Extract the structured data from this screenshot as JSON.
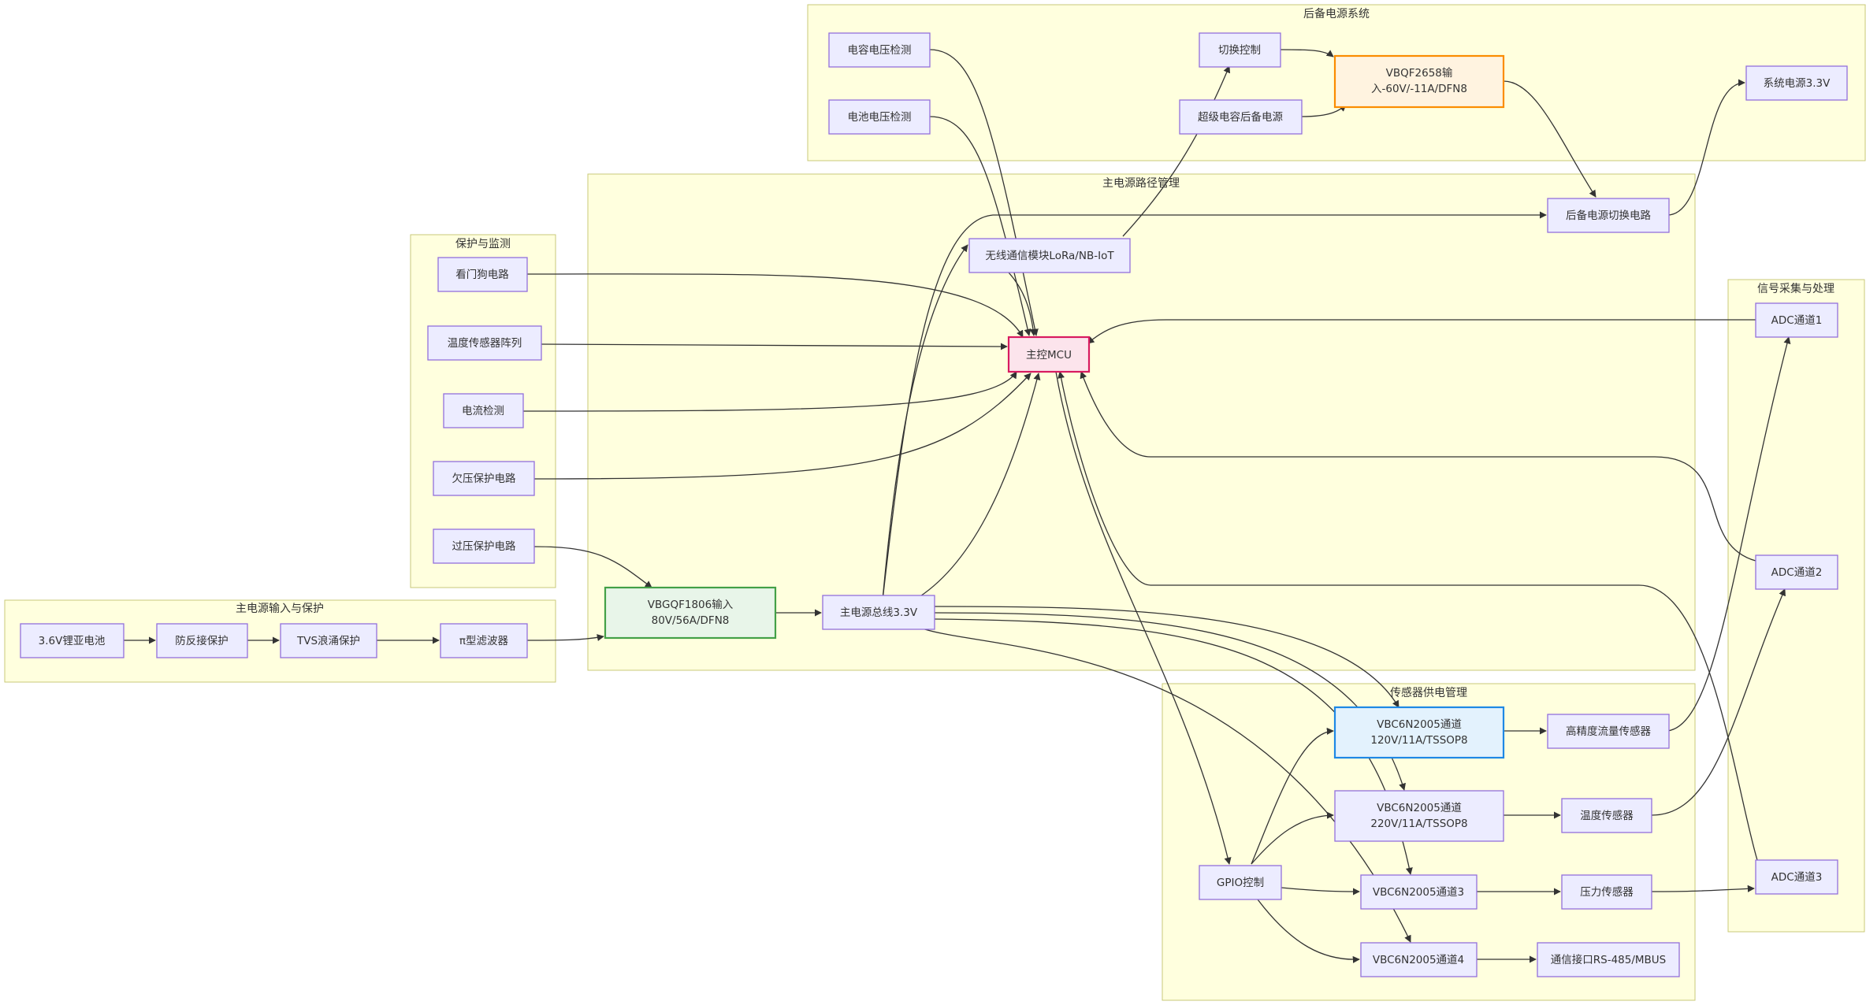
{
  "clusters": {
    "backup": "后备电源系统",
    "main_path": "主电源路径管理",
    "protection": "保护与监测",
    "signal": "信号采集与处理",
    "main_input": "主电源输入与保护",
    "sensor_power": "传感器供电管理"
  },
  "nodes": {
    "cap_voltage_detect": [
      "电容电压检测"
    ],
    "battery_voltage_detect": [
      "电池电压检测"
    ],
    "switch_control": [
      "切换控制"
    ],
    "supercap_backup": [
      "超级电容后备电源"
    ],
    "vbqf2658": [
      "VBQF2658输",
      "入-60V/-11A/DFN8"
    ],
    "sys_power": [
      "系统电源3.3V"
    ],
    "backup_switch": [
      "后备电源切换电路"
    ],
    "wireless": [
      "无线通信模块LoRa/NB-IoT"
    ],
    "mcu": [
      "主控MCU"
    ],
    "watchdog": [
      "看门狗电路"
    ],
    "temp_array": [
      "温度传感器阵列"
    ],
    "current_detect": [
      "电流检测"
    ],
    "undervoltage": [
      "欠压保护电路"
    ],
    "overvoltage": [
      "过压保护电路"
    ],
    "vbgqf1806": [
      "VBGQF1806输入",
      "80V/56A/DFN8"
    ],
    "main_bus": [
      "主电源总线3.3V"
    ],
    "battery": [
      "3.6V锂亚电池"
    ],
    "reverse_protect": [
      "防反接保护"
    ],
    "tvs": [
      "TVS浪涌保护"
    ],
    "pi_filter": [
      "π型滤波器"
    ],
    "adc1": [
      "ADC通道1"
    ],
    "adc2": [
      "ADC通道2"
    ],
    "adc3": [
      "ADC通道3"
    ],
    "ch1": [
      "VBC6N2005通道",
      "120V/11A/TSSOP8"
    ],
    "ch2": [
      "VBC6N2005通道",
      "220V/11A/TSSOP8"
    ],
    "ch3": [
      "VBC6N2005通道3"
    ],
    "ch4": [
      "VBC6N2005通道4"
    ],
    "gpio": [
      "GPIO控制"
    ],
    "flow_sensor": [
      "高精度流量传感器"
    ],
    "temp_sensor": [
      "温度传感器"
    ],
    "pressure_sensor": [
      "压力传感器"
    ],
    "comm_if": [
      "通信接口RS-485/MBUS"
    ]
  },
  "edges": [
    [
      "battery",
      "reverse_protect"
    ],
    [
      "reverse_protect",
      "tvs"
    ],
    [
      "tvs",
      "pi_filter"
    ],
    [
      "pi_filter",
      "vbgqf1806"
    ],
    [
      "overvoltage",
      "vbgqf1806"
    ],
    [
      "vbgqf1806",
      "main_bus"
    ],
    [
      "main_bus",
      "mcu"
    ],
    [
      "main_bus",
      "wireless"
    ],
    [
      "main_bus",
      "backup_switch"
    ],
    [
      "main_bus",
      "ch1"
    ],
    [
      "main_bus",
      "ch2"
    ],
    [
      "main_bus",
      "ch3"
    ],
    [
      "main_bus",
      "ch4"
    ],
    [
      "watchdog",
      "mcu"
    ],
    [
      "temp_array",
      "mcu"
    ],
    [
      "current_detect",
      "mcu"
    ],
    [
      "undervoltage",
      "mcu"
    ],
    [
      "cap_voltage_detect",
      "mcu"
    ],
    [
      "battery_voltage_detect",
      "mcu"
    ],
    [
      "wireless",
      "mcu"
    ],
    [
      "adc1",
      "mcu"
    ],
    [
      "adc2",
      "mcu"
    ],
    [
      "adc3",
      "mcu"
    ],
    [
      "mcu",
      "gpio"
    ],
    [
      "mcu",
      "switch_control"
    ],
    [
      "switch_control",
      "vbqf2658"
    ],
    [
      "supercap_backup",
      "vbqf2658"
    ],
    [
      "vbqf2658",
      "backup_switch"
    ],
    [
      "backup_switch",
      "sys_power"
    ],
    [
      "gpio",
      "ch1"
    ],
    [
      "gpio",
      "ch2"
    ],
    [
      "gpio",
      "ch3"
    ],
    [
      "gpio",
      "ch4"
    ],
    [
      "ch1",
      "flow_sensor"
    ],
    [
      "ch2",
      "temp_sensor"
    ],
    [
      "ch3",
      "pressure_sensor"
    ],
    [
      "ch4",
      "comm_if"
    ],
    [
      "flow_sensor",
      "adc1"
    ],
    [
      "temp_sensor",
      "adc2"
    ],
    [
      "pressure_sensor",
      "adc3"
    ]
  ]
}
